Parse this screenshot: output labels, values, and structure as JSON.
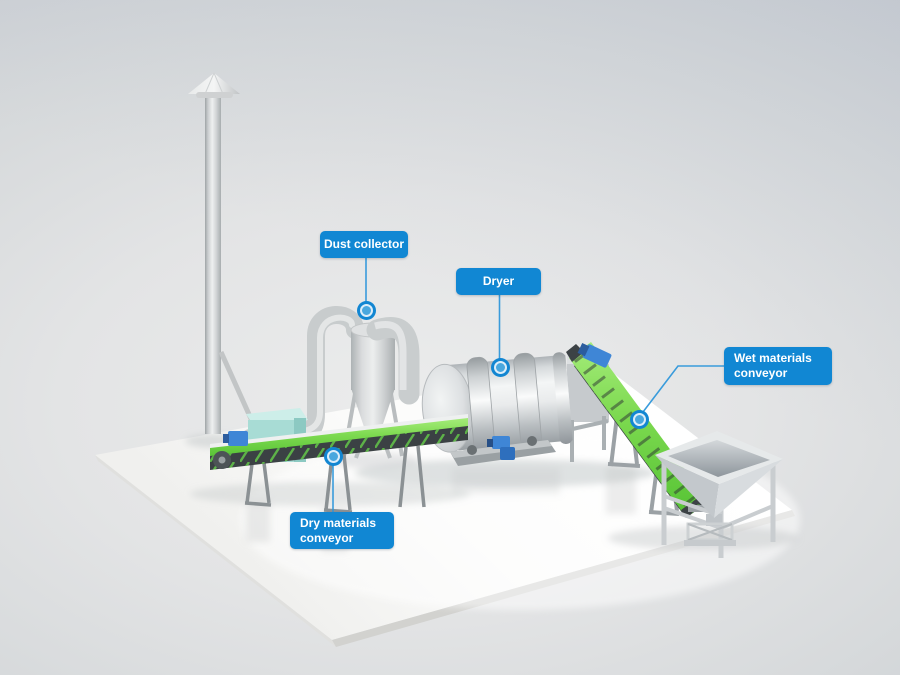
{
  "callouts": [
    {
      "name": "dust-collector",
      "label": "Dust collector"
    },
    {
      "name": "dryer",
      "label": "Dryer"
    },
    {
      "name": "wet-materials-conveyor",
      "label": "Wet materials conveyor"
    },
    {
      "name": "dry-materials-conveyor",
      "label": "Dry materials conveyor"
    }
  ],
  "colors": {
    "callout_background": "#1187d3",
    "callout_text": "#ffffff",
    "leader_line": "#2f97da",
    "marker_ring": "#1286d2",
    "marker_fill": "#49a7de",
    "conveyor_belt_green": "#7cd94f",
    "conveyor_frame_dark": "#3b4144",
    "motor_blue": "#3f86d6",
    "machinery_gray": "#d6dadc",
    "airlock_teal": "#a8dcd5",
    "floor_white": "#fcfcfb",
    "background_gray": "#d6d9db"
  }
}
